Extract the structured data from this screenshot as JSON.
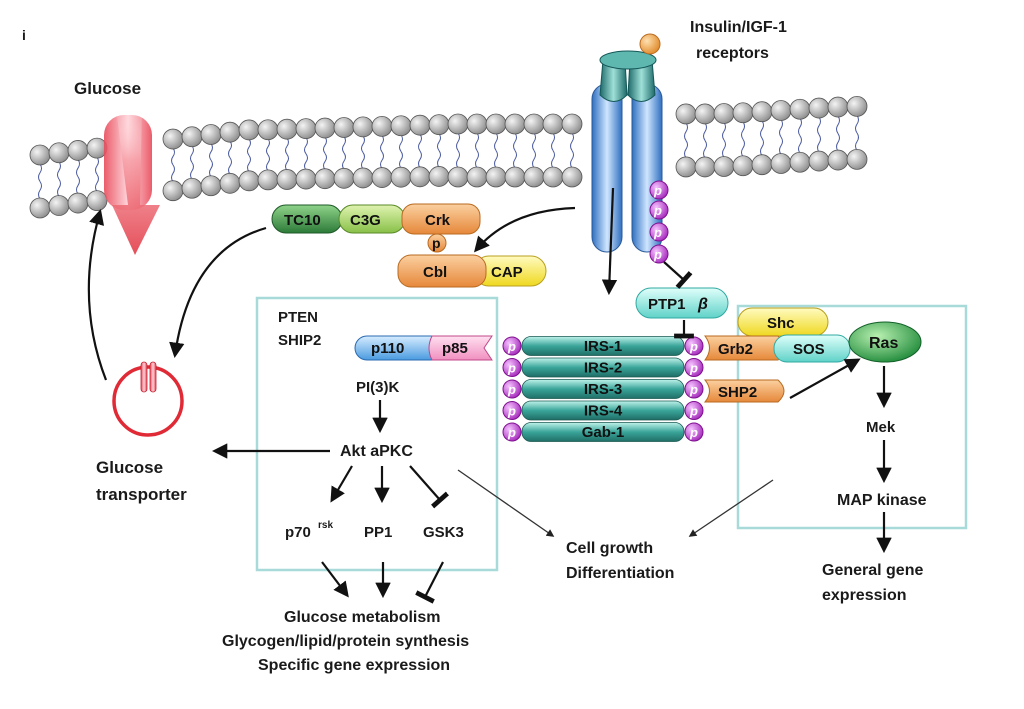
{
  "labels": {
    "glucose": "Glucose",
    "receptor_line1": "Insulin/IGF-1",
    "receptor_line2": "receptors",
    "tc10": "TC10",
    "c3g": "C3G",
    "crk": "Crk",
    "p_small": "p",
    "cbl": "Cbl",
    "cap": "CAP",
    "pten": "PTEN",
    "ship2": "SHIP2",
    "p110": "p110",
    "p85": "p85",
    "pi3k": "PI(3)K",
    "akt": "Akt aPKC",
    "p70": "p70",
    "p70_sup": "rsk",
    "pp1": "PP1",
    "gsk3": "GSK3",
    "glut_line1": "Glucose",
    "glut_line2": "transporter",
    "ptp1": "PTP1",
    "beta": "β",
    "irs": [
      "IRS-1",
      "IRS-2",
      "IRS-3",
      "IRS-4",
      "Gab-1"
    ],
    "shc": "Shc",
    "grb2": "Grb2",
    "sos": "SOS",
    "ras": "Ras",
    "shp2": "SHP2",
    "mek": "Mek",
    "mapk": "MAP kinase",
    "gge_line1": "General gene",
    "gge_line2": "expression",
    "cg_line1": "Cell growth",
    "cg_line2": "Differentiation",
    "met_line1": "Glucose metabolism",
    "met_line2": "Glycogen/lipid/protein synthesis",
    "met_line3": "Specific gene expression",
    "phospho": "p"
  },
  "colors": {
    "membrane_head": "#b8b8b8",
    "receptor": "#5aa4e0",
    "receptor_head": "#2e8a8a",
    "ligand": "#f0a04a",
    "phospho": "#c040d0",
    "irs": "#3aa59a",
    "orange": "#f2a35a",
    "yellow": "#f7e94a",
    "green_dark": "#3f9a4a",
    "green_light": "#9ccf5a",
    "teal_light": "#7ee0d8",
    "box_border": "#a8dada",
    "ras": "#2e9c4a",
    "glucose_red": "#e0404a"
  }
}
